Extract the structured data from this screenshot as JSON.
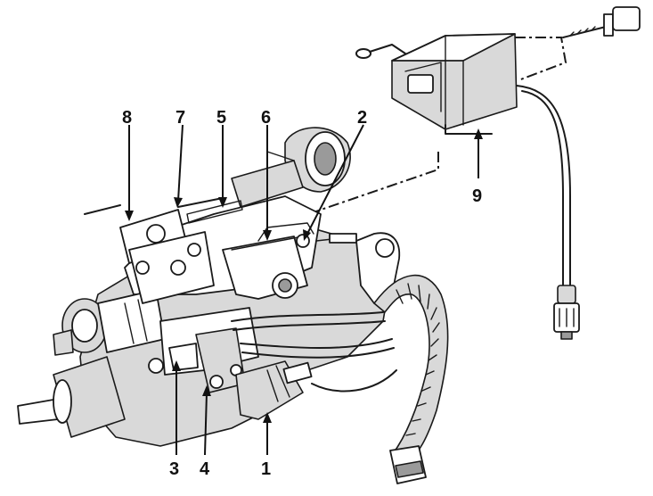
{
  "callouts": {
    "c1": "1",
    "c2": "2",
    "c3": "3",
    "c4": "4",
    "c5": "5",
    "c6": "6",
    "c7": "7",
    "c8": "8",
    "c9": "9"
  },
  "colors": {
    "ink": "#1a1a1a",
    "paper": "#ffffff",
    "shade": "#d9d9d9"
  }
}
